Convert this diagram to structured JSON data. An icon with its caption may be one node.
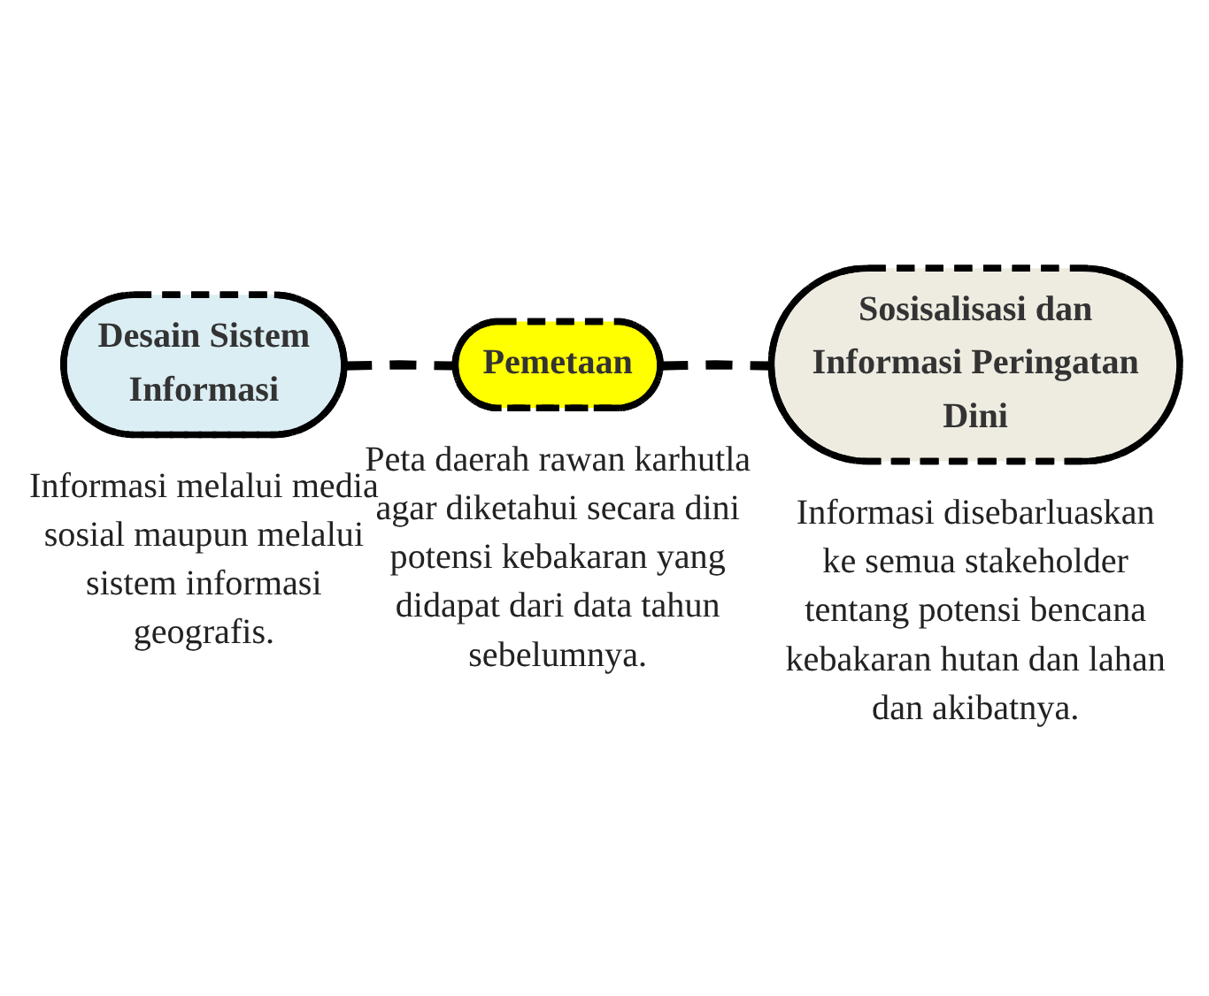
{
  "diagram": {
    "nodes": [
      {
        "text": [
          "Desain Sistem Informasi"
        ],
        "beside": [
          "Informasi melalui media sosial maupun melalui sistem informasi geografis."
        ]
      },
      {
        "text": [
          "Pemetaan"
        ],
        "beside": [
          "Peta daerah rawan karhutla agar diketahui secara dini potensi kebakaran yang didapat dari data tahun sebelumnya."
        ]
      },
      {
        "text": [
          "Sosisalisasi dan Informasi Peringatan Dini"
        ],
        "beside": [
          "Informasi disebarluaskan ke semua stakeholder tentang potensi bencana kebakaran hutan dan lahan dan akibatnya."
        ]
      }
    ],
    "edges": [
      {
        "from": 0,
        "to": 1,
        "arrow": "none",
        "style": "dashed"
      },
      {
        "from": 1,
        "to": 2,
        "arrow": "none",
        "style": "dashed"
      }
    ]
  }
}
